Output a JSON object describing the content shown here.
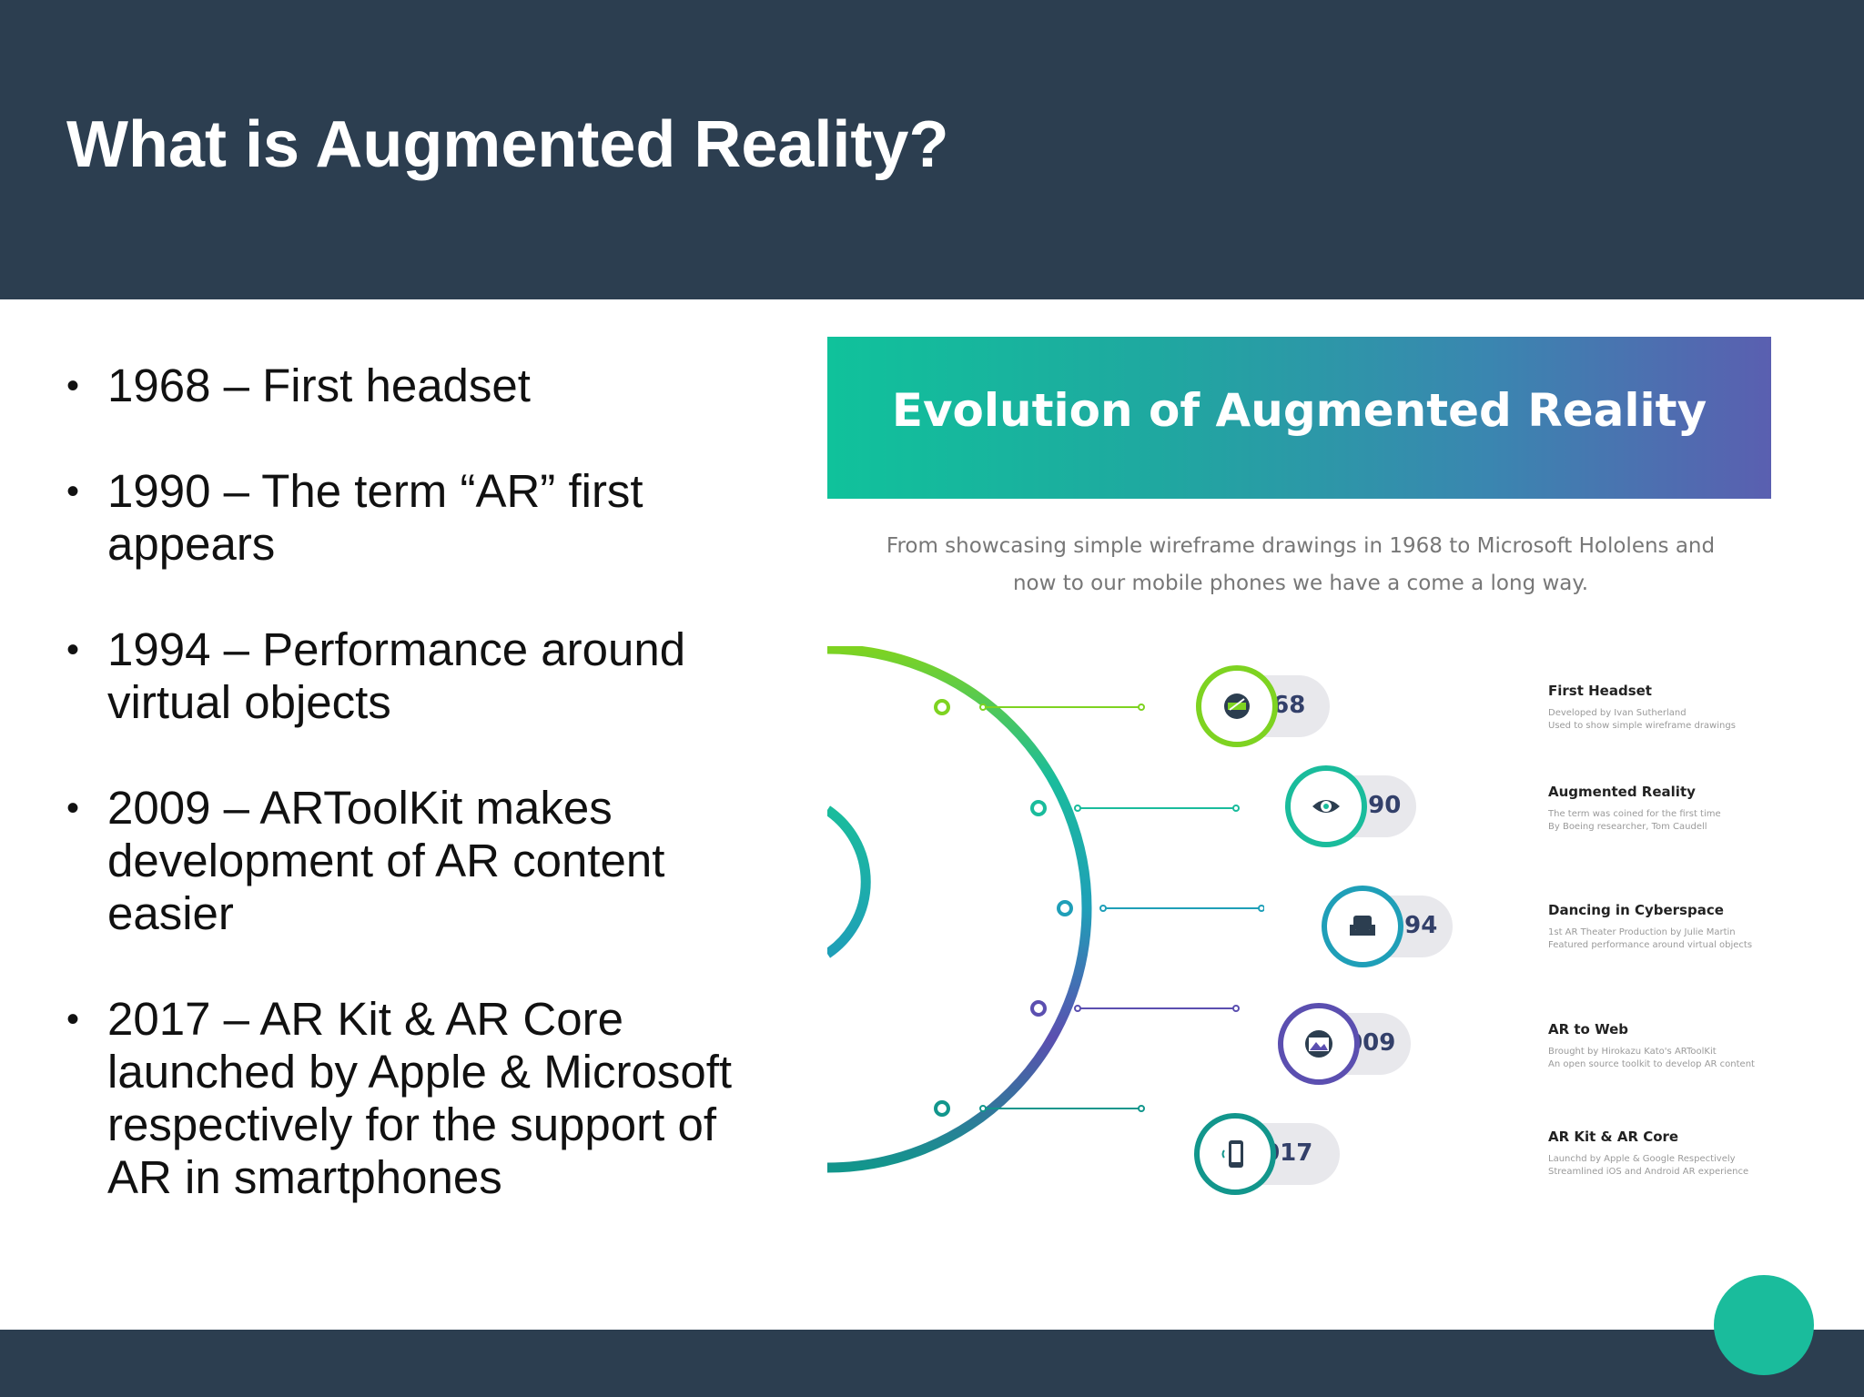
{
  "slide": {
    "title": "What is Augmented Reality?",
    "bullets": [
      "1968 – First headset",
      "1990 – The term “AR” first appears",
      "1994 – Performance around virtual objects",
      "2009 – ARToolKit makes development of AR content easier",
      "2017 – AR Kit & AR Core launched by Apple & Microsoft respectively for the support of AR in smartphones"
    ]
  },
  "infographic": {
    "title": "Evolution of Augmented Reality",
    "subtitle": "From showcasing simple wireframe drawings in 1968 to Microsoft Hololens and now to our mobile phones we have a come a long way.",
    "milestones": [
      {
        "year": "1968",
        "title": "First Headset",
        "desc1": "Developed by Ivan Sutherland",
        "desc2": "Used to show simple wireframe drawings",
        "icon": "headset-icon",
        "color": "#7ed321"
      },
      {
        "year": "1990",
        "title": "Augmented Reality",
        "desc1": "The term was coined for the first time",
        "desc2": "By Boeing researcher, Tom Caudell",
        "icon": "eye-icon",
        "color": "#1abc9c"
      },
      {
        "year": "1994",
        "title": "Dancing in Cyberspace",
        "desc1": "1st AR Theater Production by Julie Martin",
        "desc2": "Featured performance around virtual objects",
        "icon": "theater-seat-icon",
        "color": "#1f9fb8"
      },
      {
        "year": "2009",
        "title": "AR to Web",
        "desc1": "Brought by Hirokazu Kato's ARToolKit",
        "desc2": "An open source toolkit to develop AR content",
        "icon": "web-image-icon",
        "color": "#5b4fb0"
      },
      {
        "year": "2017",
        "title": "AR Kit & AR Core",
        "desc1": "Launchd by Apple & Google Respectively",
        "desc2": "Streamlined iOS and Android AR experience",
        "icon": "smartphone-icon",
        "color": "#12968c"
      }
    ]
  },
  "colors": {
    "header": "#2c3e50",
    "accent": "#1abc9c",
    "text": "#111111"
  }
}
